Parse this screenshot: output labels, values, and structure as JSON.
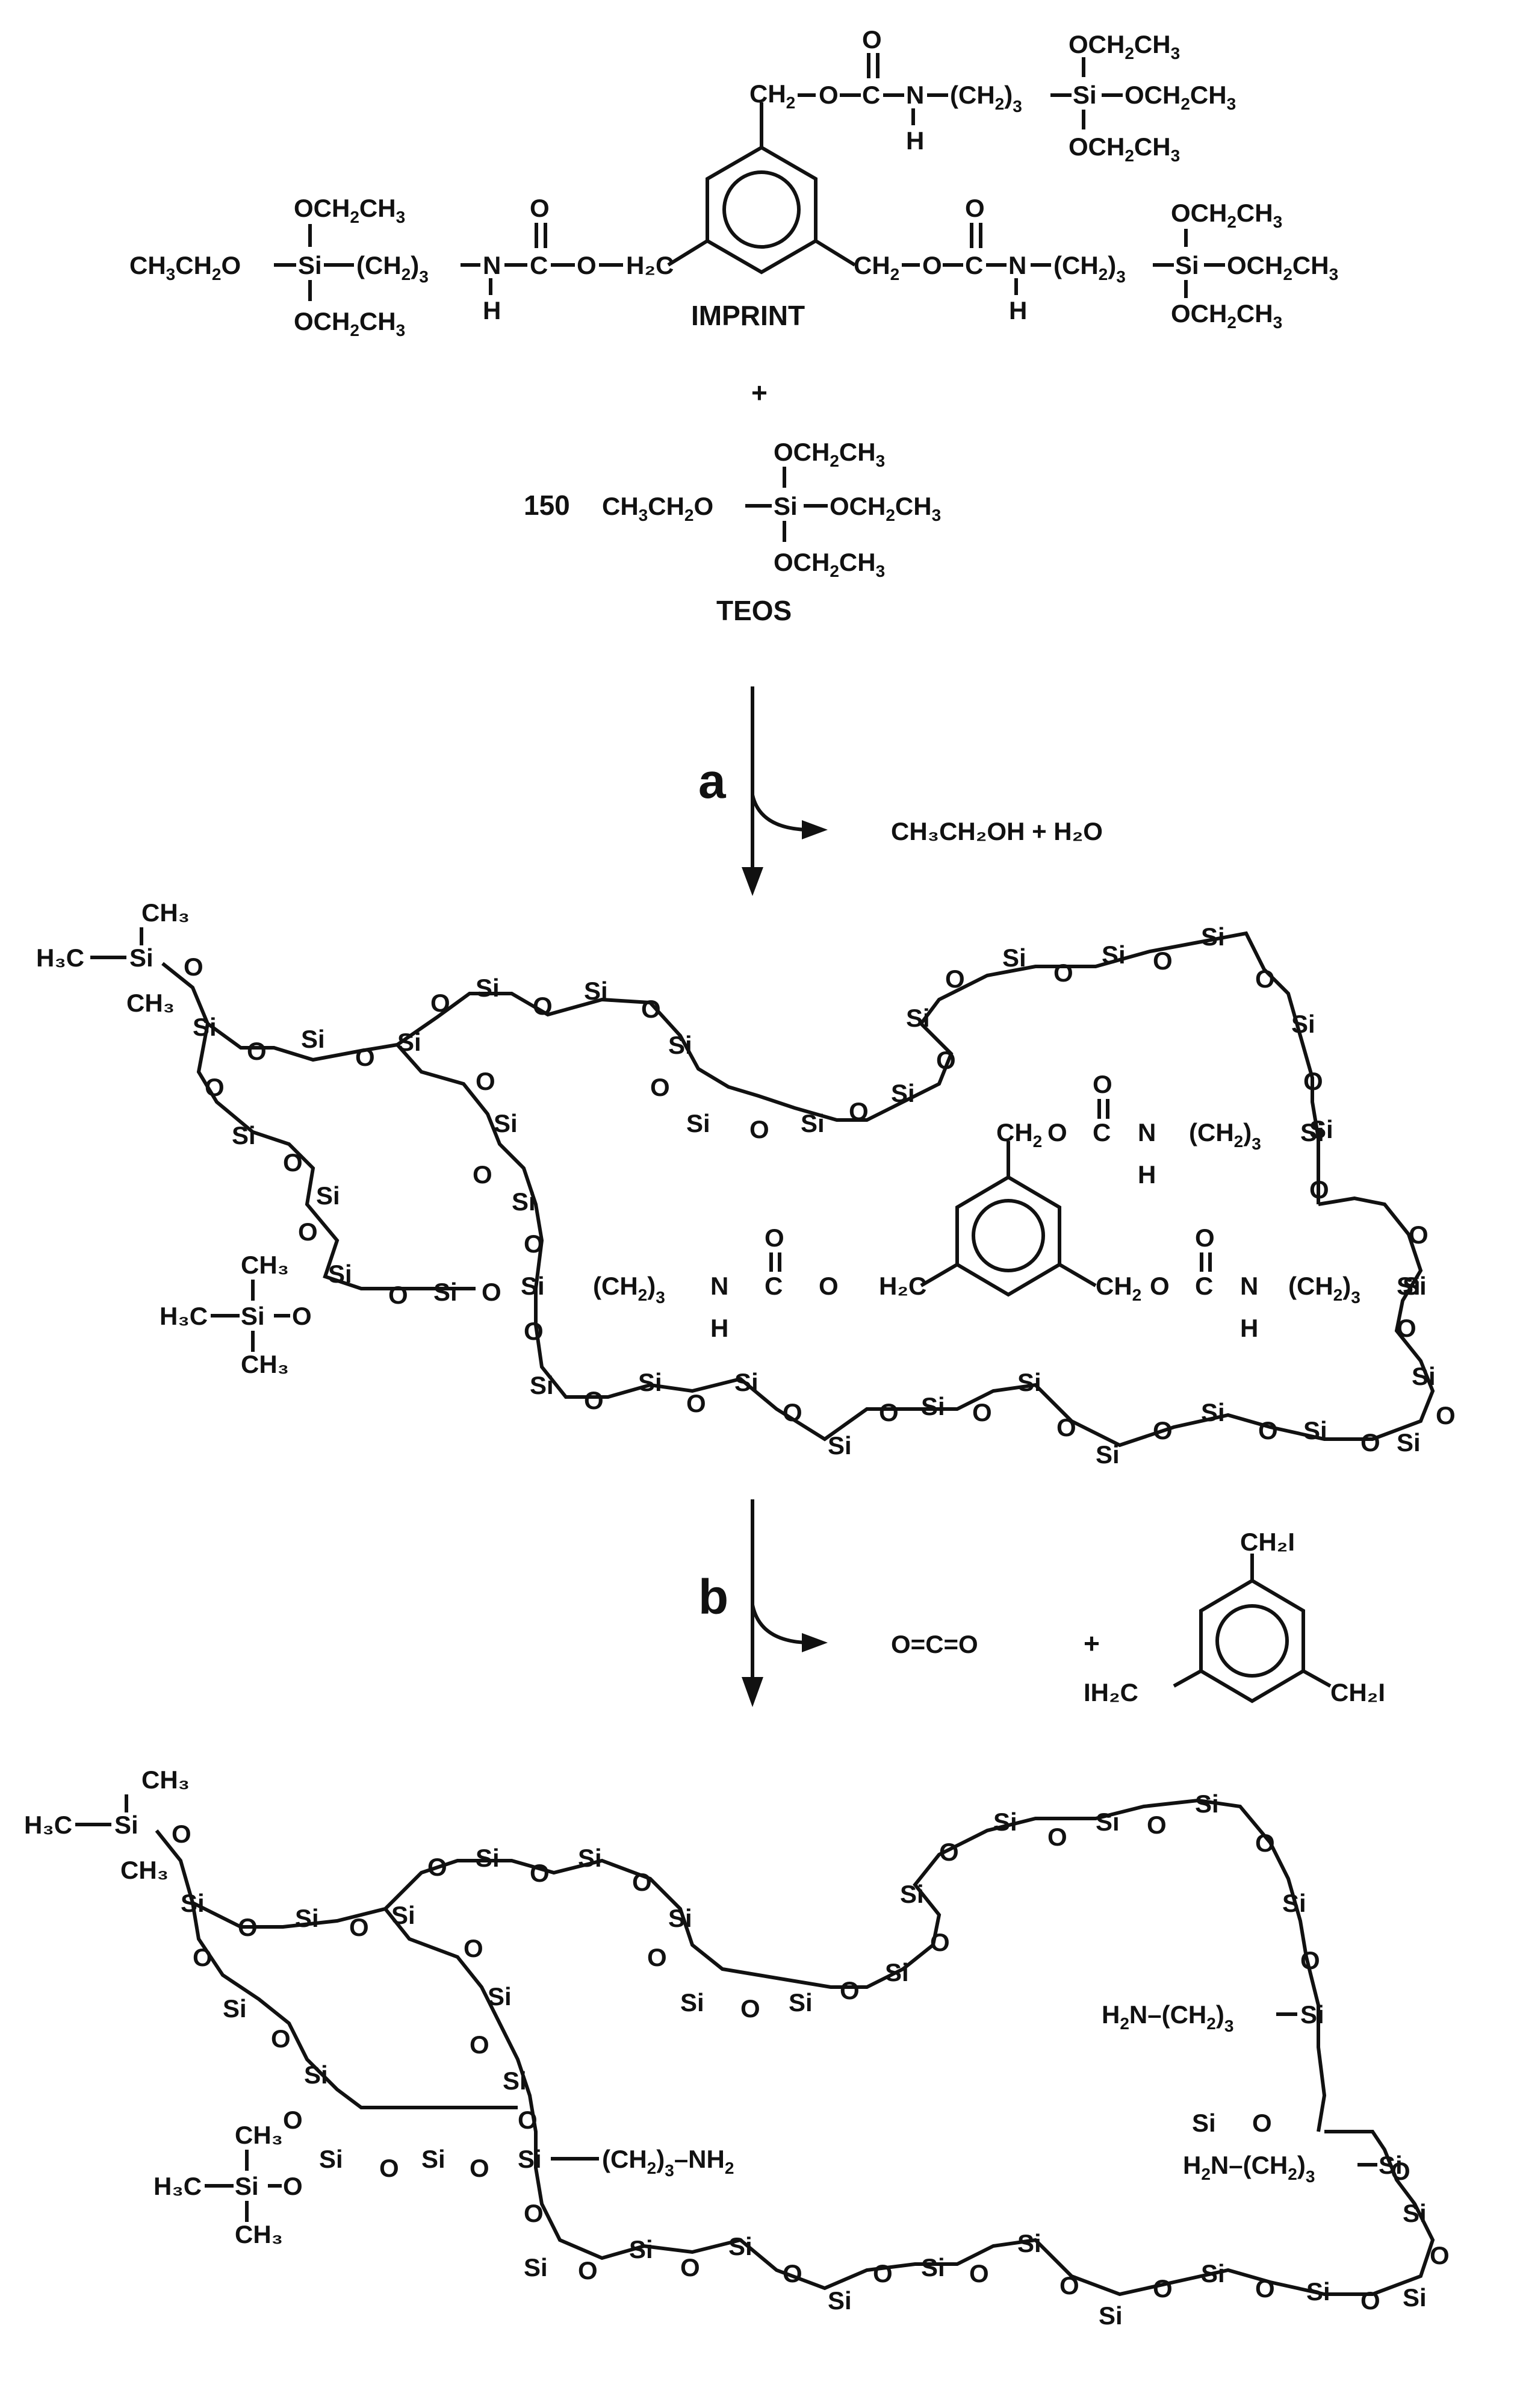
{
  "imprint": {
    "label": "IMPRINT",
    "top_arm": [
      "CH",
      "2",
      "–O–",
      "C",
      "O",
      "–N–",
      "H",
      "(CH",
      "2",
      ")",
      "3",
      "Si",
      "OCH",
      "2",
      "CH",
      "3",
      "–OCH",
      "2",
      "CH",
      "3",
      "OCH",
      "2",
      "CH",
      "3"
    ],
    "left_arm": {
      "ethoxy_top": "OCH₂CH₃",
      "ethoxy_left": "CH₃CH₂O",
      "ethoxy_bottom": "OCH₂CH₃",
      "si": "Si",
      "chain": "(CH₂)₃",
      "n": "N",
      "h": "H",
      "c": "C",
      "o_carbonyl": "O",
      "o_link": "O",
      "ch2": "H₂C"
    }
  },
  "plus_1": "+",
  "teos": {
    "coefficient": "150",
    "label": "TEOS",
    "si": "Si",
    "left": "CH₃CH₂O",
    "right": "OCH₂CH₃",
    "top": "OCH₂CH₃",
    "bottom": "OCH₂CH₃"
  },
  "step_a": {
    "label": "a",
    "byproducts": "CH₃CH₂OH  +  H₂O"
  },
  "step_b": {
    "label": "b",
    "byproduct_1": "O=C=O",
    "plus": "+",
    "ch2i_top": "CH₂I",
    "ch2i_left": "IH₂C",
    "ch2i_right": "CH₂I"
  },
  "atoms": {
    "si": "Si",
    "o": "O",
    "n": "N",
    "h": "H",
    "c": "C",
    "ch3": "CH₃",
    "h3c": "H₃C",
    "ch2": "CH₂",
    "h2c": "H₂C",
    "chain": "(CH₂)₃",
    "nh2": "NH₂",
    "h2n": "H₂N"
  }
}
